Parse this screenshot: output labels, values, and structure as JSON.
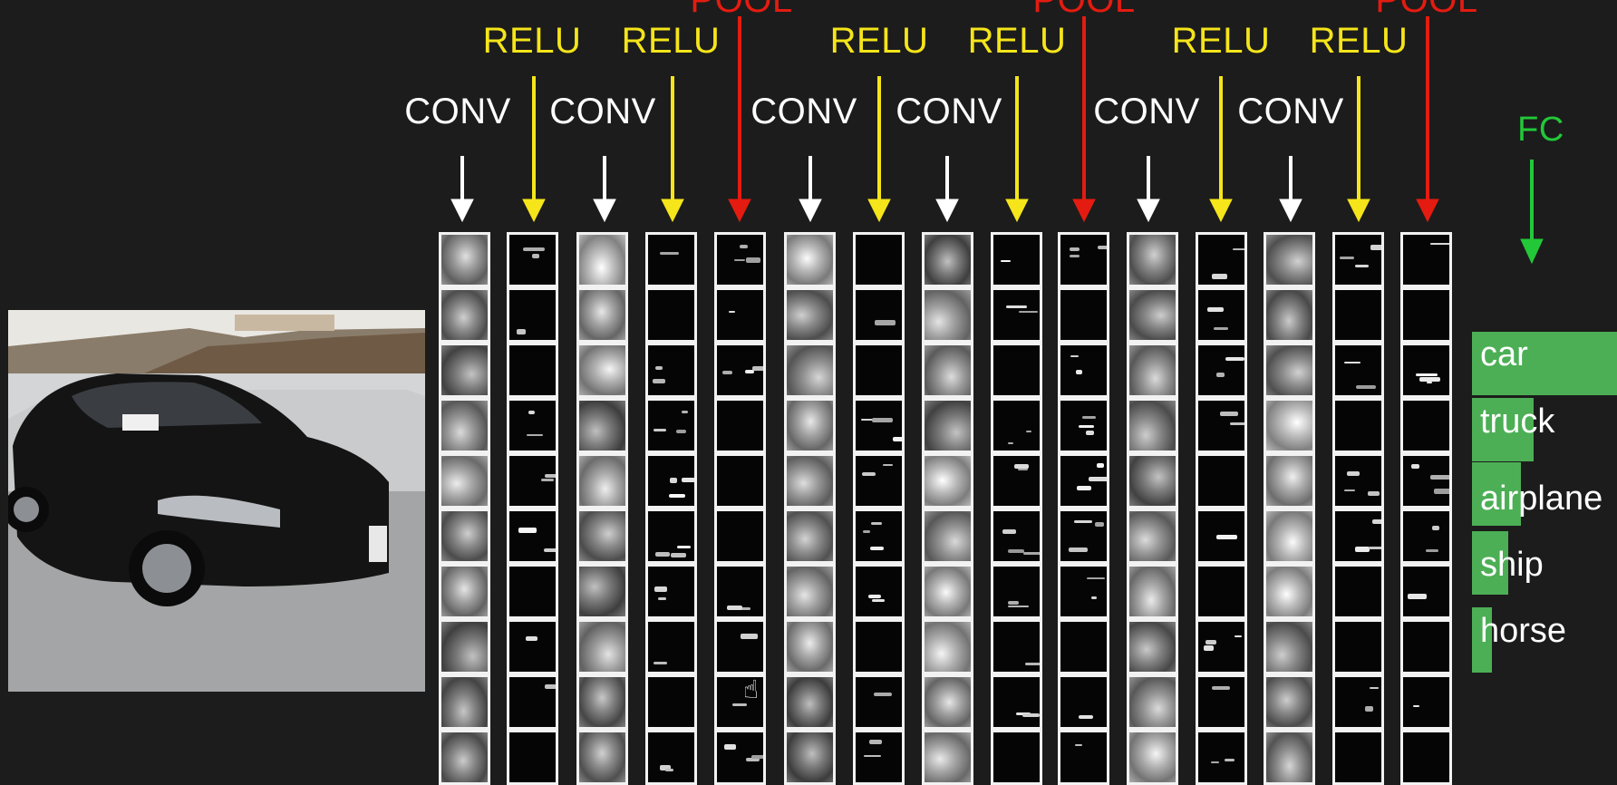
{
  "labels": {
    "conv": "CONV",
    "relu": "RELU",
    "pool": "POOL",
    "fc": "FC"
  },
  "colors": {
    "conv": "#ffffff",
    "relu": "#f5e51a",
    "pool": "#e41b10",
    "fc": "#22c838",
    "bar": "#4caf55",
    "background": "#1c1c1c"
  },
  "layers": [
    "conv",
    "relu",
    "conv",
    "relu",
    "pool",
    "conv",
    "relu",
    "conv",
    "relu",
    "pool",
    "conv",
    "relu",
    "conv",
    "relu",
    "pool"
  ],
  "filters_per_layer": 10,
  "input_image": "car photo",
  "classes": [
    {
      "name": "car",
      "score": 0.82
    },
    {
      "name": "truck",
      "score": 0.35
    },
    {
      "name": "airplane",
      "score": 0.28
    },
    {
      "name": "ship",
      "score": 0.2
    },
    {
      "name": "horse",
      "score": 0.12
    }
  ]
}
